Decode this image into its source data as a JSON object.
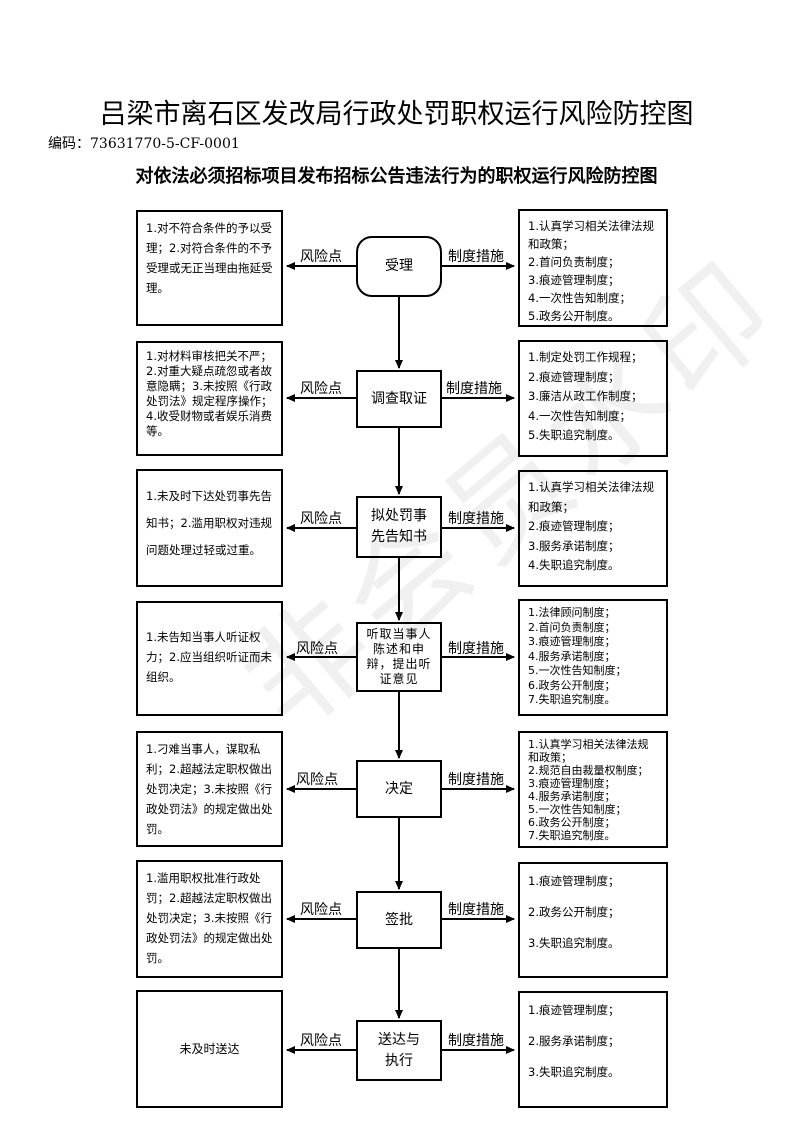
{
  "title": "吕梁市离石区发改局行政处罚职权运行风险防控图",
  "code": "编码：73631770-5-CF-0001",
  "subtitle": "对依法必须招标项目发布招标公告违法行为的职权运行风险防控图",
  "risk_label": "风险点",
  "measure_label": "制度措施",
  "watermark": "非会员水印",
  "steps": [
    {
      "name": "受理",
      "risk": "1.对不符合条件的予以受理；2.对符合条件的不予受理或无正当理由拖延受理。",
      "measures": [
        "1.认真学习相关法律法规和政策；",
        "2.首问负责制度；",
        "3.痕迹管理制度；",
        "4.一次性告知制度；",
        "5.政务公开制度。"
      ]
    },
    {
      "name": "调查取证",
      "risk": "1.对材料审核把关不严；2.对重大疑点疏忽或者故意隐瞒；3.未按照《行政处罚法》规定程序操作；4.收受财物或者娱乐消费等。",
      "measures": [
        "1.制定处罚工作规程；",
        "2.痕迹管理制度；",
        "3.廉洁从政工作制度；",
        "4.一次性告知制度；",
        "5.失职追究制度。"
      ]
    },
    {
      "name": "拟处罚事先告知书",
      "risk": "1.未及时下达处罚事先告知书；2.滥用职权对违规问题处理过轻或过重。",
      "measures": [
        "1.认真学习相关法律法规和政策；",
        "2.痕迹管理制度；",
        "3.服务承诺制度；",
        "4.失职追究制度。"
      ]
    },
    {
      "name": "听取当事人陈述和申辩，提出听证意见",
      "risk": "1.未告知当事人听证权力；2.应当组织听证而未组织。",
      "measures": [
        "1.法律顾问制度；",
        "2.首问负责制度；",
        "3.痕迹管理制度；",
        "4.服务承诺制度；",
        "5.一次性告知制度；",
        "6.政务公开制度；",
        "7.失职追究制度。"
      ]
    },
    {
      "name": "决定",
      "risk": "1.刁难当事人，谋取私利；2.超越法定职权做出处罚决定；3.未按照《行政处罚法》的规定做出处罚。",
      "measures": [
        "1.认真学习相关法律法规和政策；",
        "2.规范自由裁量权制度；",
        "3.痕迹管理制度；",
        "4.服务承诺制度；",
        "5.一次性告知制度；",
        "6.政务公开制度；",
        "7.失职追究制度。"
      ]
    },
    {
      "name": "签批",
      "risk": "1.滥用职权批准行政处罚；2.超越法定职权做出处罚决定；3.未按照《行政处罚法》的规定做出处罚。",
      "measures": [
        "1.痕迹管理制度；",
        "2.政务公开制度；",
        "3.失职追究制度。"
      ]
    },
    {
      "name": "送达与执行",
      "risk": "未及时送达",
      "measures": [
        "1.痕迹管理制度；",
        "2.服务承诺制度；",
        "3.失职追究制度。"
      ]
    }
  ]
}
